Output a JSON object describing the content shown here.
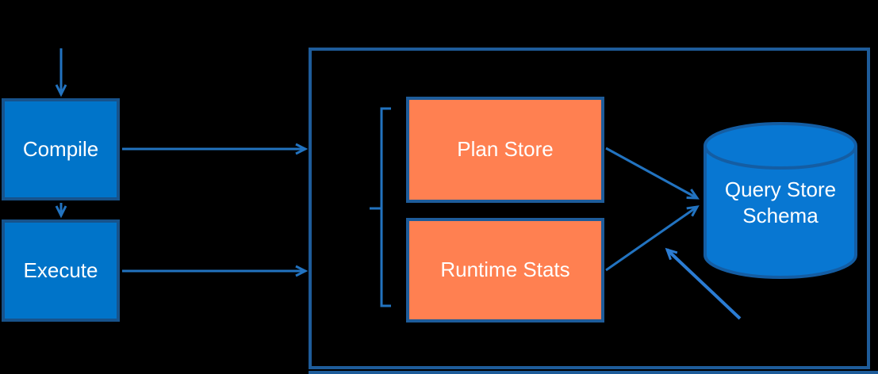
{
  "diagram": {
    "nodes": {
      "compile": {
        "label": "Compile"
      },
      "execute": {
        "label": "Execute"
      },
      "plan_store": {
        "label": "Plan Store"
      },
      "runtime_stats": {
        "label": "Runtime Stats"
      },
      "query_store_schema": {
        "label": "Query Store Schema",
        "line1": "Query Store",
        "line2": "Schema"
      }
    },
    "colors": {
      "background": "#000000",
      "process_fill": "#0074C9",
      "process_border": "#17538C",
      "store_fill": "#FF8051",
      "store_border": "#1E5C9A",
      "container_border": "#1E5C9A",
      "cylinder_fill": "#0877D2",
      "cylinder_border": "#145DA3",
      "arrow": "#2273C0",
      "arrow_light": "#2B7CD3",
      "label_text": "#FFFFFF"
    }
  }
}
